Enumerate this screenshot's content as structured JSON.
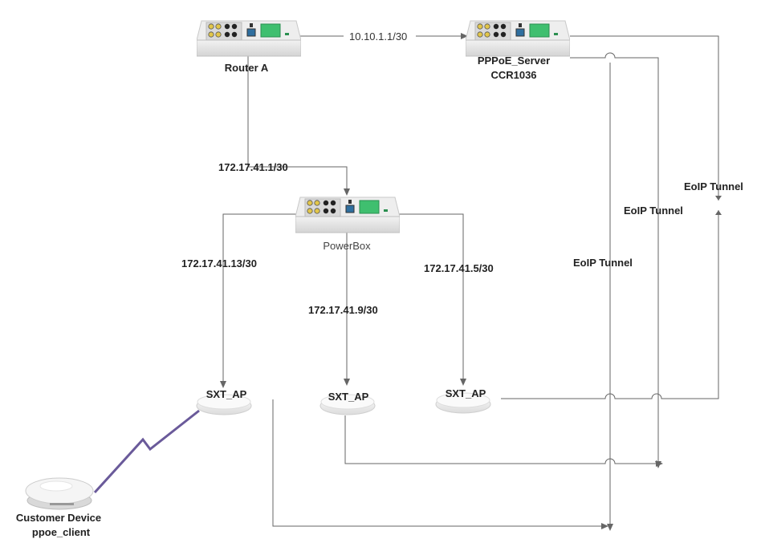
{
  "devices": {
    "router_a": {
      "label": "Router A"
    },
    "pppoe_server": {
      "label_line1": "PPPoE_Server",
      "label_line2": "CCR1036"
    },
    "powerbox": {
      "label": "PowerBox"
    },
    "sxt_ap_left": {
      "label": "SXT_AP"
    },
    "sxt_ap_middle": {
      "label": "SXT_AP"
    },
    "sxt_ap_right": {
      "label": "SXT_AP"
    },
    "customer_device": {
      "label_line1": "Customer Device",
      "label_line2": "ppoe_client"
    }
  },
  "links": {
    "router_to_pppoe": "10.10.1.1/30",
    "router_to_powerbox": "172.17.41.1/30",
    "powerbox_to_left_ap": "172.17.41.13/30",
    "powerbox_to_middle_ap": "172.17.41.9/30",
    "powerbox_to_right_ap": "172.17.41.5/30",
    "eoip_tunnel_1": "EoIP Tunnel",
    "eoip_tunnel_2": "EoIP Tunnel",
    "eoip_tunnel_3": "EoIP Tunnel"
  },
  "colors": {
    "line": "#666666",
    "wireless": "#6a5a9a",
    "device_body": "#e6e6e6",
    "port_yellow": "#e2c64a",
    "screen_green": "#3fbf6f"
  }
}
